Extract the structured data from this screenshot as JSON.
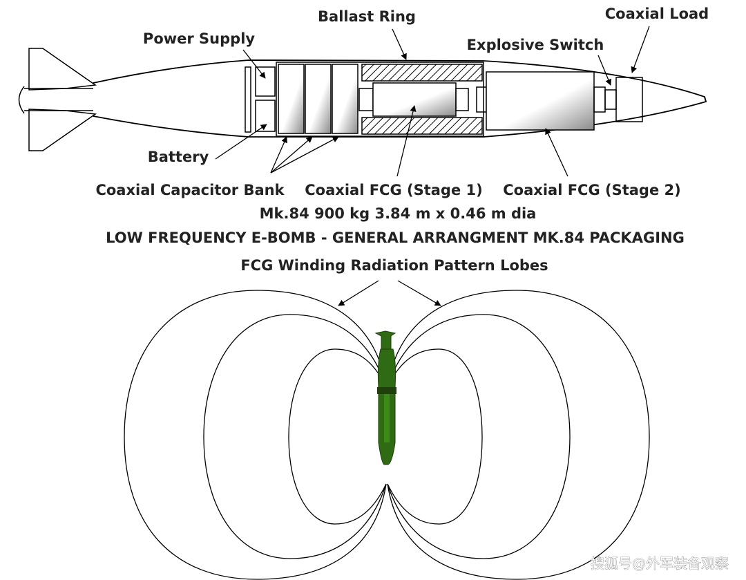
{
  "labels": {
    "ballast_ring": "Ballast Ring",
    "coaxial_load": "Coaxial Load",
    "power_supply": "Power Supply",
    "explosive_switch": "Explosive Switch",
    "battery": "Battery",
    "coaxial_capacitor_bank": "Coaxial Capacitor Bank",
    "coaxial_fcg_stage1": "Coaxial FCG (Stage 1)",
    "coaxial_fcg_stage2": "Coaxial FCG (Stage 2)",
    "spec_line": "Mk.84 900 kg 3.84 m x 0.46 m dia",
    "title": "LOW FREQUENCY E-BOMB - GENERAL ARRANGMENT MK.84 PACKAGING",
    "lobes_caption": "FCG Winding Radiation Pattern Lobes"
  },
  "watermark": "搜狐号@外军装备观察",
  "colors": {
    "bomb_green": "#2f6b12",
    "bomb_dark": "#1f3f0c",
    "line": "#000000"
  }
}
